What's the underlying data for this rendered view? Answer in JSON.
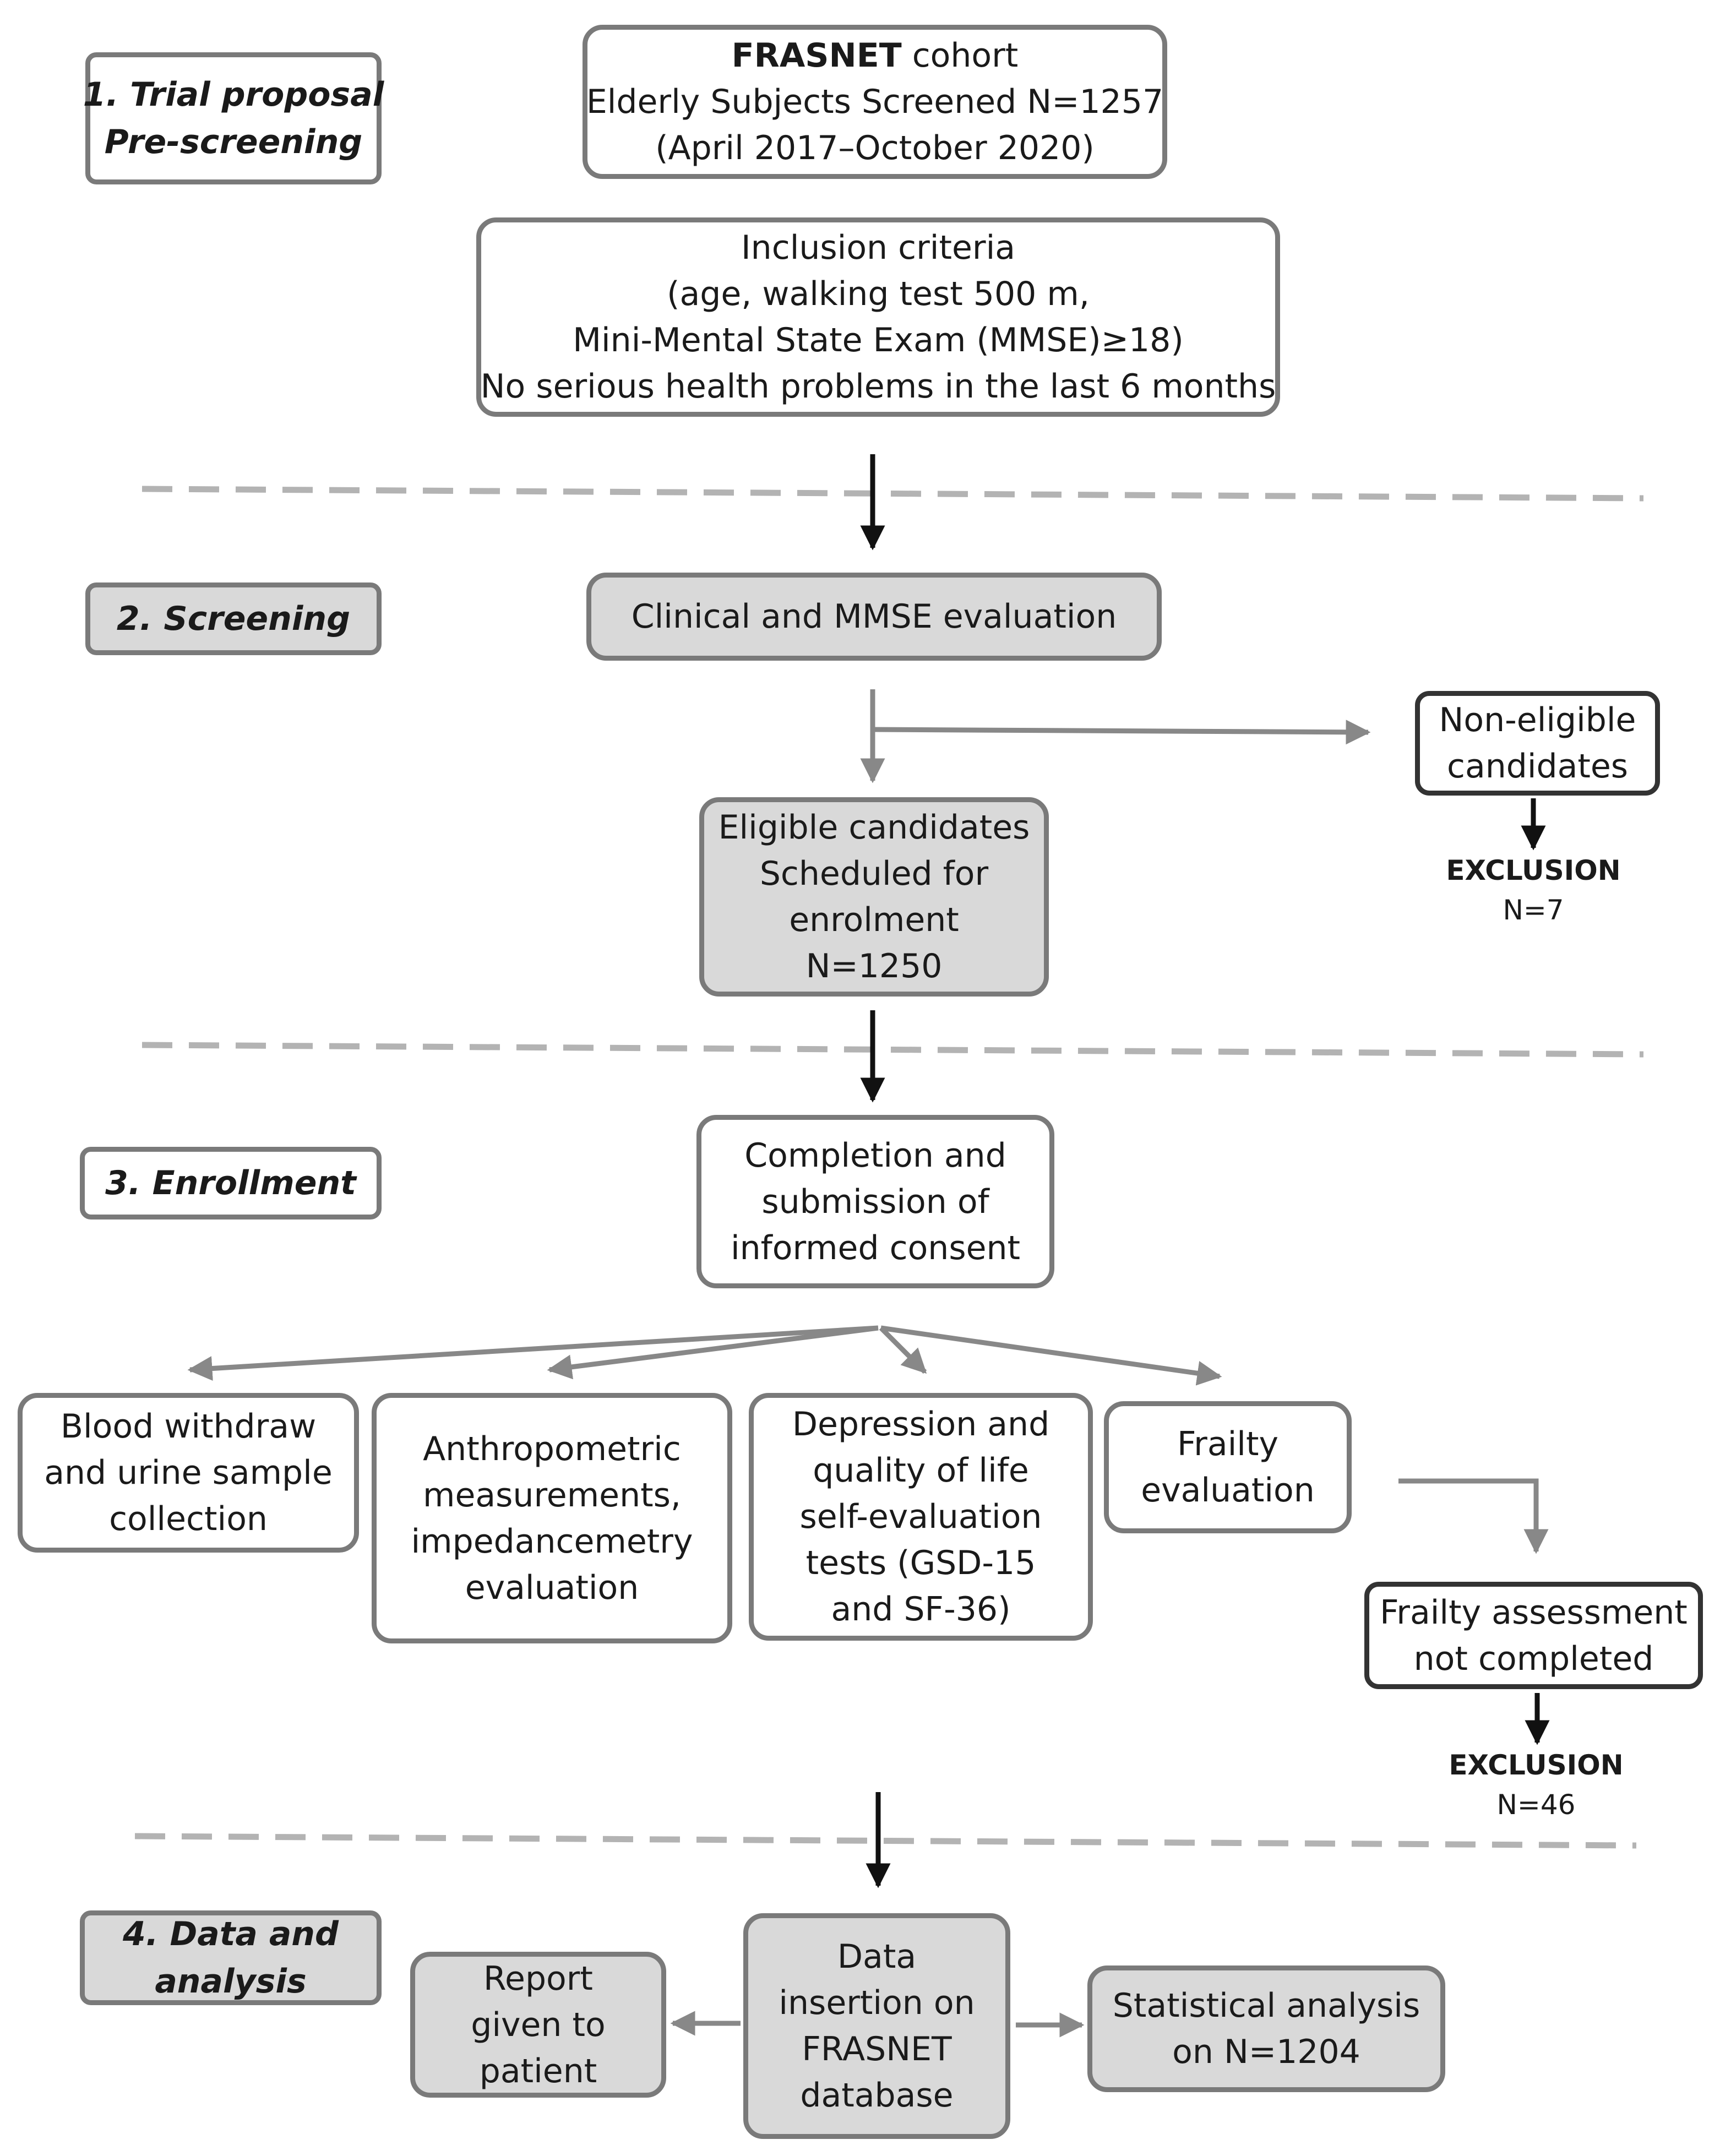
{
  "stages": {
    "s1": [
      "1. Trial proposal",
      "Pre-screening"
    ],
    "s2": [
      "2. Screening"
    ],
    "s3": [
      "3. Enrollment"
    ],
    "s4": [
      "4. Data and",
      "analysis"
    ]
  },
  "boxes": {
    "cohort": {
      "bold": "FRASNET",
      "rest": " cohort",
      "lines": [
        "Elderly Subjects Screened N=1257",
        "(April 2017–October 2020)"
      ]
    },
    "inclusion": [
      "Inclusion criteria",
      "(age, walking test 500 m,",
      "Mini-Mental State Exam (MMSE)≥18)",
      "No serious health problems in the last 6 months"
    ],
    "clinical": [
      "Clinical and MMSE evaluation"
    ],
    "non_eligible": [
      "Non-eligible",
      "candidates"
    ],
    "eligible": [
      "Eligible candidates",
      "Scheduled for",
      "enrolment",
      "N=1250"
    ],
    "consent": [
      "Completion and",
      "submission of",
      "informed consent"
    ],
    "blood": [
      "Blood withdraw",
      "and urine sample",
      "collection"
    ],
    "anthro": [
      "Anthropometric",
      "measurements,",
      "impedancemetry",
      "evaluation"
    ],
    "depression": [
      "Depression and",
      "quality of life",
      "self-evaluation",
      "tests (GSD-15",
      "and SF-36)"
    ],
    "frailty": [
      "Frailty",
      "evaluation"
    ],
    "frailty_nc": [
      "Frailty assessment",
      "not completed"
    ],
    "data": [
      "Data",
      "insertion on",
      "FRASNET",
      "database"
    ],
    "report": [
      "Report",
      "given to",
      "patient"
    ],
    "stats": [
      "Statistical analysis",
      "on N=1204"
    ]
  },
  "exclusions": {
    "e1": {
      "label": "EXCLUSION",
      "n": "N=7"
    },
    "e2": {
      "label": "EXCLUSION",
      "n": "N=46"
    }
  },
  "colors": {
    "gray_fill": "#d9d9d9",
    "border": "#7a7a7a",
    "dark_border": "#333333",
    "arrow_dark": "#111111",
    "arrow_gray": "#888888",
    "divider": "#b3b3b3"
  }
}
